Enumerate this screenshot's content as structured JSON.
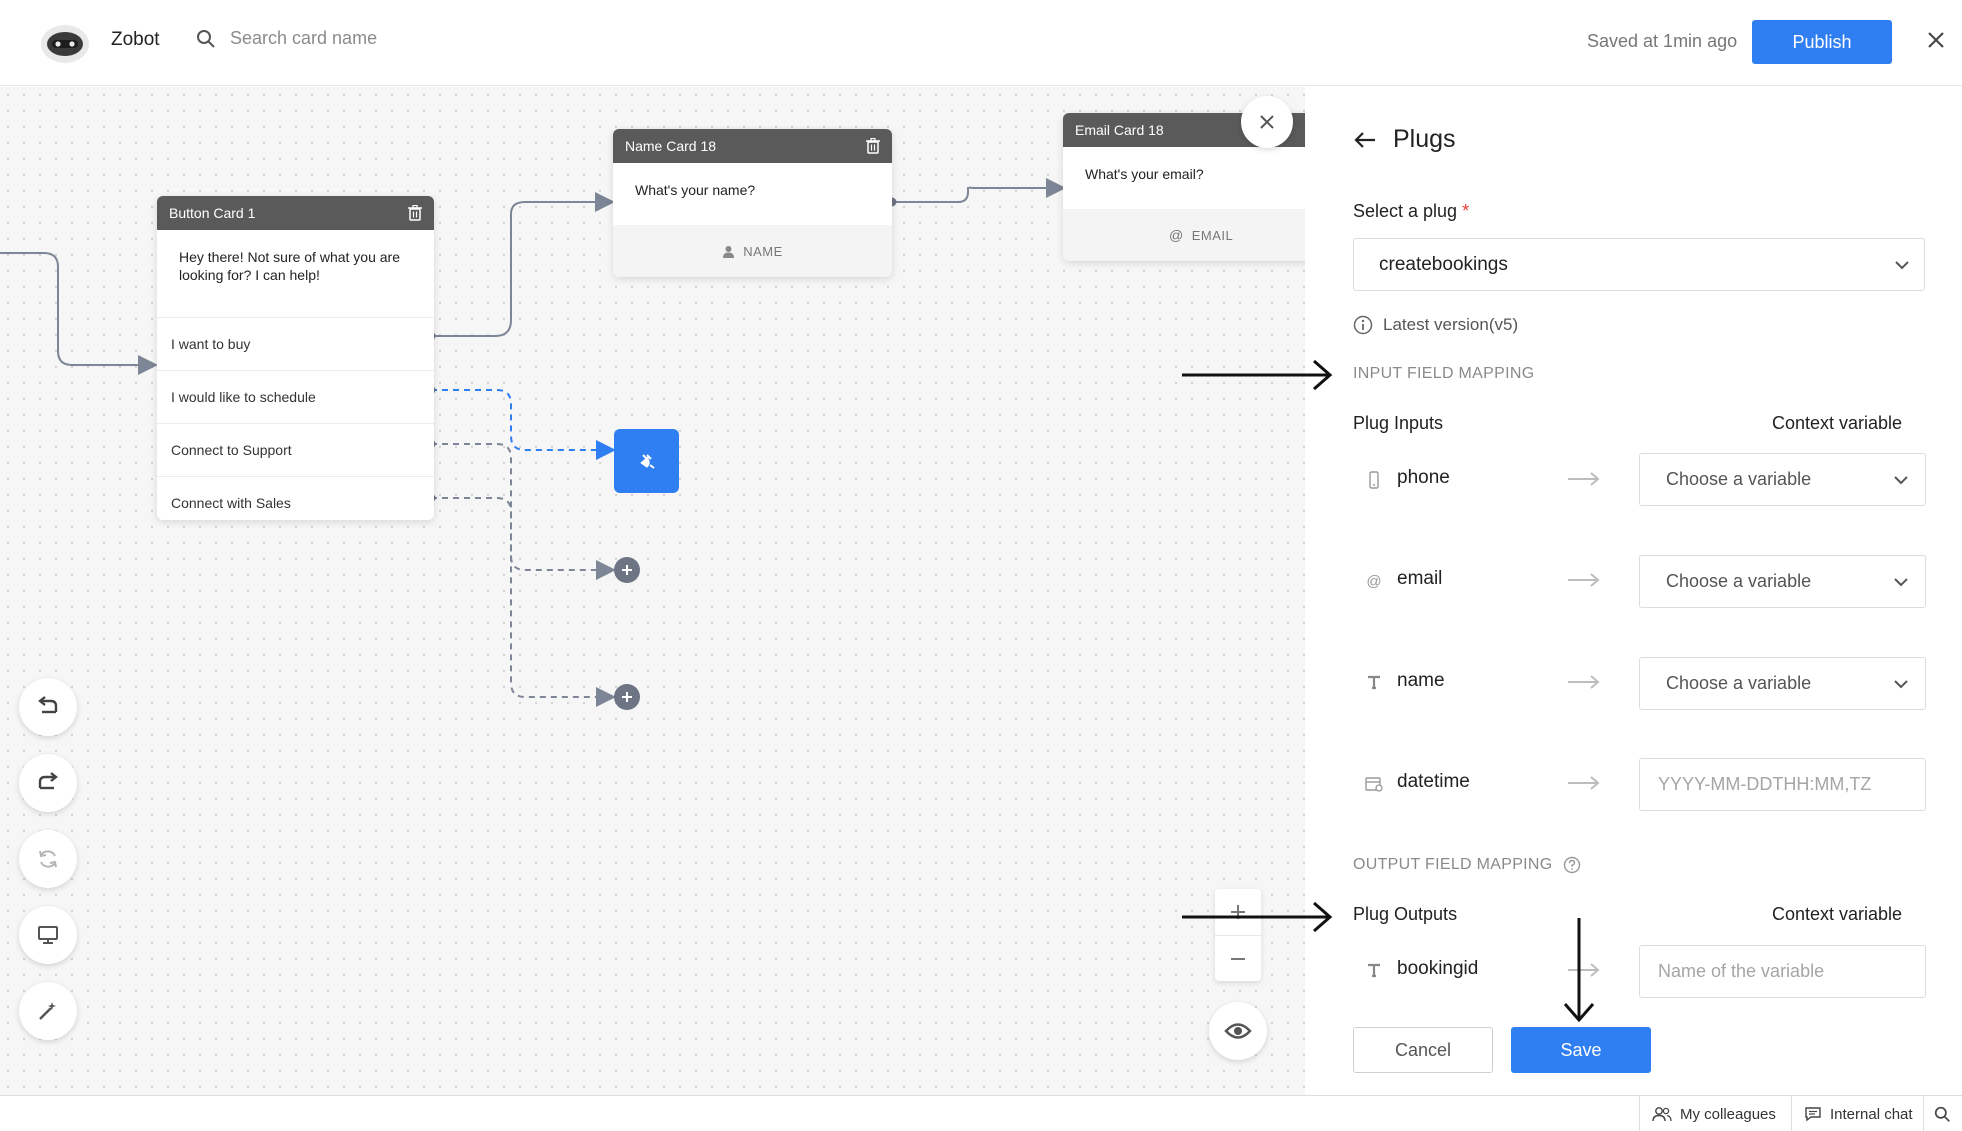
{
  "header": {
    "app_name": "Zobot",
    "search_placeholder": "Search card name",
    "saved_status": "Saved at 1min ago",
    "publish_label": "Publish"
  },
  "canvas": {
    "button_card": {
      "title": "Button Card 1",
      "message": "Hey there! Not sure of what you are looking for? I can help!",
      "options": [
        "I want to buy",
        "I would like to schedule",
        "Connect to Support",
        "Connect with Sales"
      ]
    },
    "name_card": {
      "title": "Name Card 18",
      "message": "What's your name?",
      "field": "NAME"
    },
    "email_card": {
      "title": "Email Card 18",
      "message": "What's your email?",
      "field": "EMAIL"
    },
    "tools": [
      "undo-icon",
      "redo-icon",
      "refresh-icon",
      "monitor-icon",
      "magic-wand-icon"
    ]
  },
  "panel": {
    "title": "Plugs",
    "select_label": "Select a plug",
    "required_mark": "*",
    "selected_plug": "createbookings",
    "version": "Latest version(v5)",
    "input_section": "INPUT FIELD MAPPING",
    "plug_inputs_label": "Plug Inputs",
    "context_variable_label": "Context variable",
    "inputs": [
      {
        "name": "phone",
        "icon": "phone-icon",
        "value": "Choose a variable"
      },
      {
        "name": "email",
        "icon": "at-icon",
        "value": "Choose a variable"
      },
      {
        "name": "name",
        "icon": "text-icon",
        "value": "Choose a variable"
      },
      {
        "name": "datetime",
        "icon": "calendar-icon",
        "placeholder": "YYYY-MM-DDTHH:MM,TZ"
      }
    ],
    "output_section": "OUTPUT FIELD MAPPING",
    "plug_outputs_label": "Plug Outputs",
    "outputs": [
      {
        "name": "bookingid",
        "icon": "text-icon",
        "placeholder": "Name of the variable"
      }
    ],
    "cancel_label": "Cancel",
    "save_label": "Save"
  },
  "statusbar": {
    "colleagues": "My colleagues",
    "chat": "Internal chat"
  },
  "colors": {
    "accent": "#2f7ef2",
    "card_header": "#5a5a5a",
    "wire": "#7d8696",
    "wire_active": "#2f7ef2"
  }
}
